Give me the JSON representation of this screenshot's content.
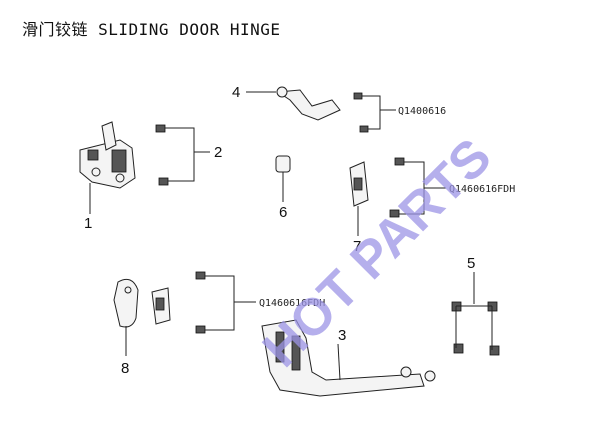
{
  "title": "滑门铰链 SLIDING DOOR HINGE",
  "watermark": "HOT PARTS",
  "callouts": {
    "c1": "1",
    "c2": "2",
    "c3": "3",
    "c4": "4",
    "c5": "5",
    "c6": "6",
    "c7": "7",
    "c8": "8"
  },
  "part_numbers": {
    "pn_top": "Q1400616",
    "pn_mid": "Q1460616FDH",
    "pn_low": "Q1460616FDH"
  },
  "colors": {
    "watermark": "#9c94e6",
    "ink": "#222222"
  }
}
